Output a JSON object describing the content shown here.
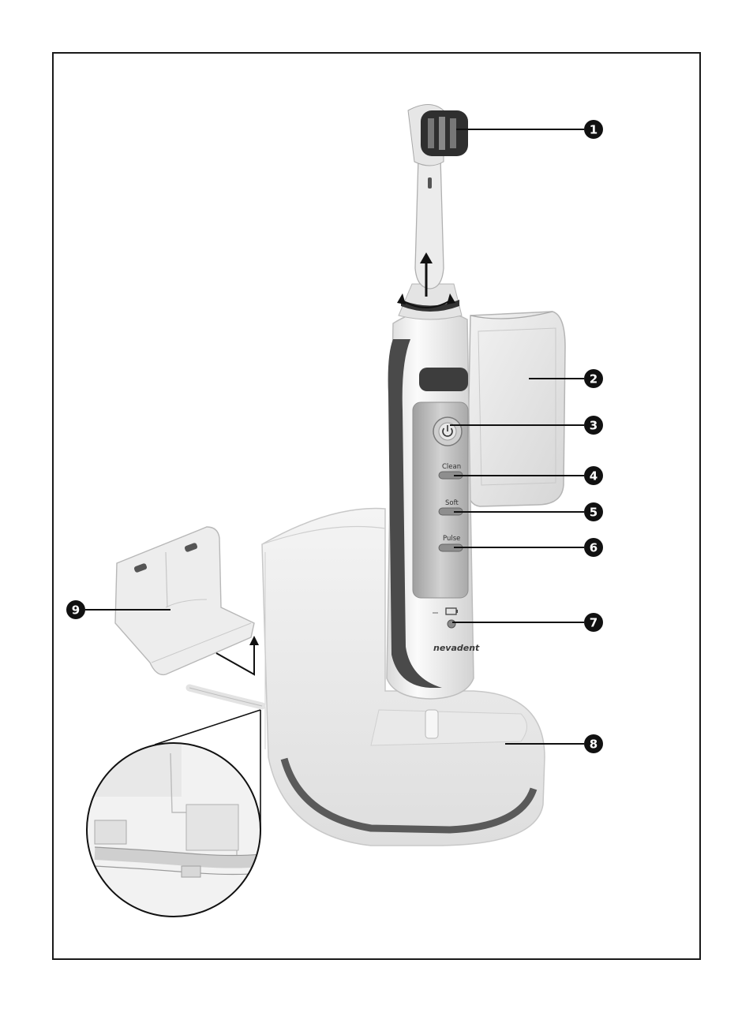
{
  "figure": {
    "callouts": [
      {
        "number": "1",
        "part": "brush-head"
      },
      {
        "number": "2",
        "part": "head-cover"
      },
      {
        "number": "3",
        "part": "power-button"
      },
      {
        "number": "4",
        "part": "clean-mode-button"
      },
      {
        "number": "5",
        "part": "soft-mode-button"
      },
      {
        "number": "6",
        "part": "pulse-mode-button"
      },
      {
        "number": "7",
        "part": "charge-indicator"
      },
      {
        "number": "8",
        "part": "charging-base"
      },
      {
        "number": "9",
        "part": "wall-mount"
      }
    ],
    "button_labels": {
      "clean": "Clean",
      "soft": "Soft",
      "pulse": "Pulse"
    },
    "brand_logo": "nevadent",
    "colors": {
      "frame": "#1a1a1a",
      "device_body": "#ececec",
      "grip": "#4a4a4a",
      "panel": "#b9b9b9",
      "callout_fill": "#111111"
    }
  }
}
